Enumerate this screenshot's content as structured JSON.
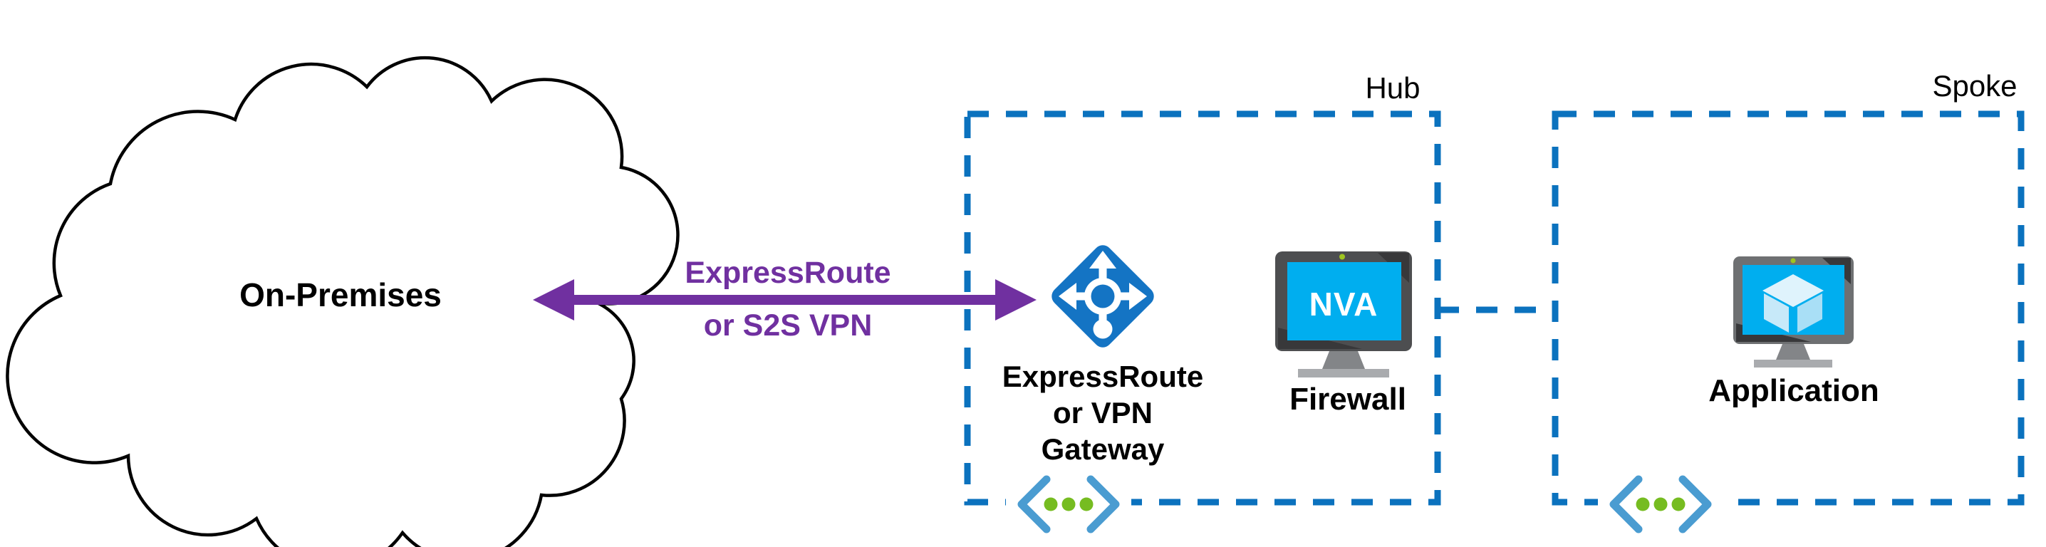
{
  "diagram": {
    "on_premises": {
      "label": "On-Premises"
    },
    "connection": {
      "label_line1": "ExpressRoute",
      "label_line2": "or S2S VPN"
    },
    "hub": {
      "label": "Hub",
      "gateway": {
        "label": "ExpressRoute\nor VPN\nGateway"
      },
      "nva": {
        "screen_text": "NVA",
        "label": "Firewall"
      }
    },
    "spoke": {
      "label": "Spoke",
      "application": {
        "label": "Application"
      }
    },
    "colors": {
      "border_blue": "#0b72be",
      "arrow_purple": "#7030A0",
      "icon_blue": "#1474c4",
      "screen_cyan": "#00aeef",
      "vnet_bracket_blue": "#4a9cd1",
      "vnet_dot_green": "#76bc21",
      "webcam_green": "#9fc520",
      "text_black": "#000000"
    }
  }
}
